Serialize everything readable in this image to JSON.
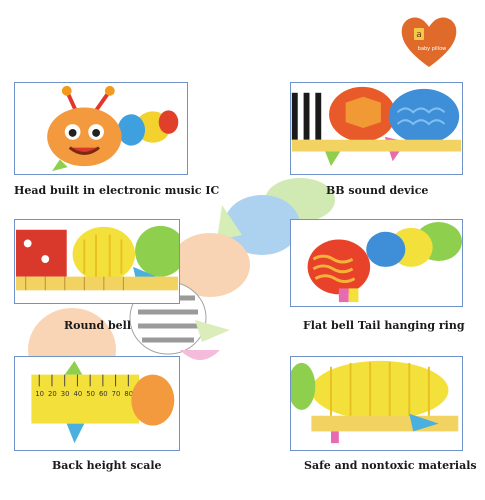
{
  "logo": {
    "brand": "baby pillow",
    "letter": "a"
  },
  "captions": {
    "head": "Head built in electronic music IC",
    "bb_sound": "BB sound device",
    "round_bell": "Round bell",
    "flat_bell": "Flat bell  Tail hanging ring",
    "height_scale": "Back height scale",
    "safe": "Safe and nontoxic materials"
  },
  "scale_ticks": [
    "10",
    "20",
    "30",
    "40",
    "50",
    "60",
    "70",
    "80"
  ],
  "colors": {
    "panel_border": "#6f93c8",
    "logo_heart": "#e06a2a"
  }
}
